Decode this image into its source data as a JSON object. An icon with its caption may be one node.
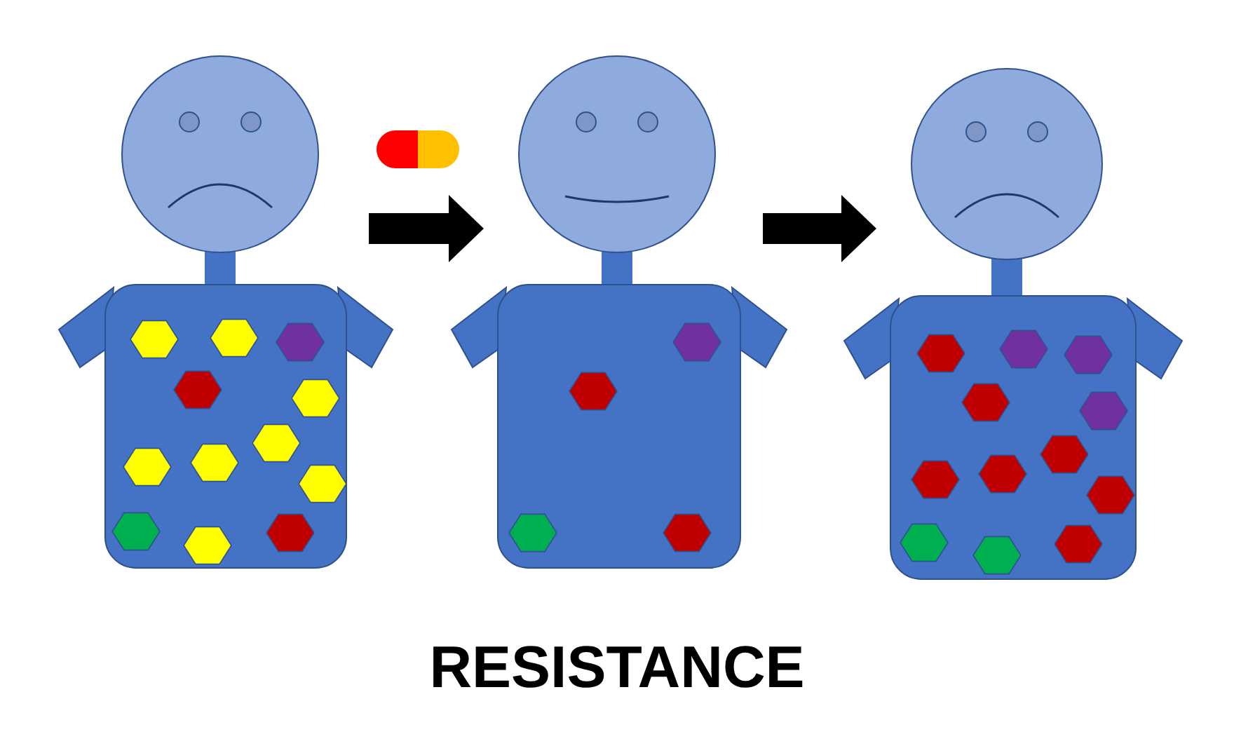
{
  "diagram": {
    "title": "RESISTANCE",
    "nodes": [
      {
        "text": [],
        "shape": "person"
      },
      {
        "text": [],
        "shape": "person"
      },
      {
        "text": [],
        "shape": "person"
      }
    ],
    "edges": [
      {
        "from": 0,
        "to": 1,
        "arrow": "to"
      },
      {
        "from": 1,
        "to": 2,
        "arrow": "to"
      }
    ]
  }
}
